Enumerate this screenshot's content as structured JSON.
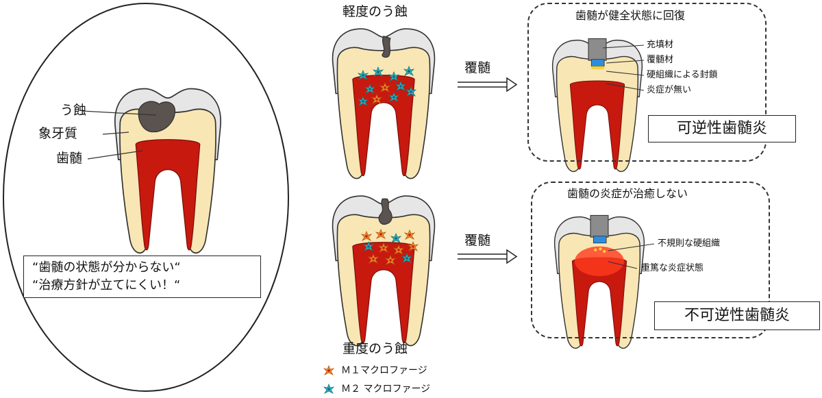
{
  "left_panel": {
    "label_caries": "う蝕",
    "label_dentin": "象牙質",
    "label_pulp": "歯髄",
    "quote_line1": "“歯髄の状態が分からない“",
    "quote_line2": "“治療方針が立てにくい！“"
  },
  "mild": {
    "title": "軽度のう蝕",
    "arrow_label": "覆髄"
  },
  "severe": {
    "title": "重度のう蝕",
    "arrow_label": "覆髄"
  },
  "result_reversible": {
    "heading": "歯髄が健全状態に回復",
    "callouts": [
      "充填材",
      "覆髄材",
      "硬組織による封鎖",
      "炎症が無い"
    ],
    "diagnosis": "可逆性歯髄炎"
  },
  "result_irreversible": {
    "heading": "歯髄の炎症が治癒しない",
    "callouts": [
      "不規則な硬組織",
      "重篤な炎症状態"
    ],
    "diagnosis": "不可逆性歯髄炎"
  },
  "legend": {
    "m1": "Ｍ１マクロファージ",
    "m2": "Ｍ２ マクロファージ"
  },
  "colors": {
    "enamel": "#e6e6e6",
    "dentin": "#f8e6b4",
    "pulp": "#c8190f",
    "caries": "#5b5350",
    "m1": "#f08a30",
    "m2": "#2bb3b8",
    "filling": "#8c8c8c",
    "capping": "#2d8ee0"
  }
}
